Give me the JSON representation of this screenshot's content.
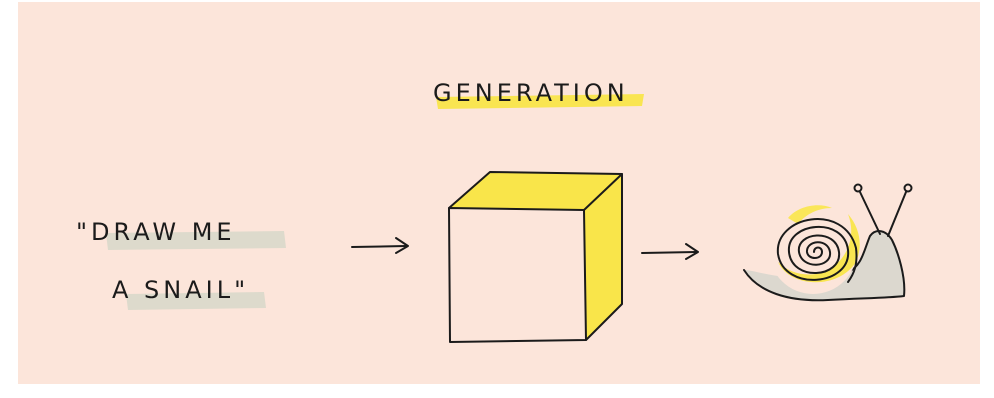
{
  "title": "GENERATION",
  "prompt": {
    "line1": "\"DRAW ME",
    "line2": "A SNAIL\""
  },
  "icons": {
    "input_arrow": "right-arrow-icon",
    "model_box": "cube-icon",
    "output_arrow": "right-arrow-icon",
    "output": "snail-icon"
  },
  "colors": {
    "background": "#fce5da",
    "highlight_yellow": "#f9e54a",
    "highlight_gray": "#d9d8ca",
    "ink": "#1b1b1b"
  }
}
